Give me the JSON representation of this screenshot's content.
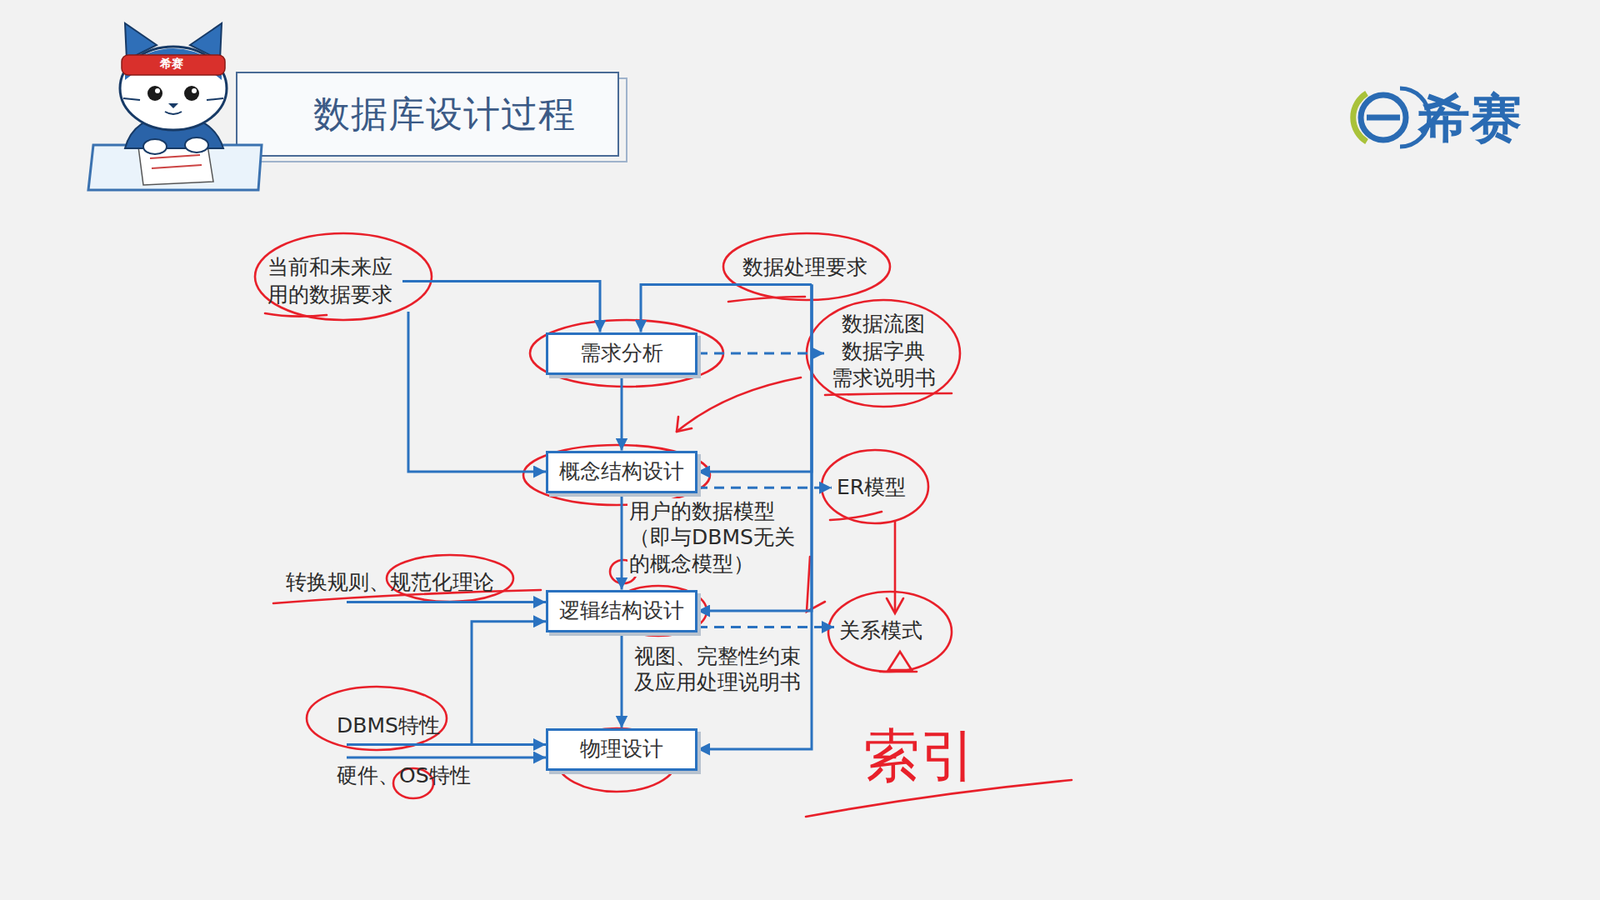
{
  "diagram": {
    "title": "数据库设计过程",
    "nodes": [
      {
        "text": [
          "当前和未来应用的数据要求"
        ]
      },
      {
        "text": [
          "数据处理要求"
        ]
      },
      {
        "text": [
          "需求分析"
        ]
      },
      {
        "text": [
          "数据流图 数据字典 需求说明书"
        ]
      },
      {
        "text": [
          "概念结构设计"
        ]
      },
      {
        "text": [
          "ER模型"
        ]
      },
      {
        "text": [
          "转换规则、规范化理论"
        ]
      },
      {
        "text": [
          "逻辑结构设计"
        ]
      },
      {
        "text": [
          "关系模式"
        ]
      },
      {
        "text": [
          "DBMS特性"
        ]
      },
      {
        "text": [
          "硬件、OS特性"
        ]
      },
      {
        "text": [
          "物理设计"
        ]
      }
    ],
    "edges": [
      {
        "from": 0,
        "to": 2,
        "arrow": "to"
      },
      {
        "from": 1,
        "to": 2,
        "arrow": "to"
      },
      {
        "from": 0,
        "to": 4,
        "arrow": "to"
      },
      {
        "from": 1,
        "to": 4,
        "arrow": "to"
      },
      {
        "from": 1,
        "to": 7,
        "arrow": "to"
      },
      {
        "from": 1,
        "to": 11,
        "arrow": "to"
      },
      {
        "from": 2,
        "to": 3,
        "arrow": "to"
      },
      {
        "from": 2,
        "to": 4,
        "arrow": "to"
      },
      {
        "from": 4,
        "to": 5,
        "arrow": "to"
      },
      {
        "from": 4,
        "to": 7,
        "label": "用户的数据模型（即与DBMS无关的概念模型）",
        "arrow": "to"
      },
      {
        "from": 6,
        "to": 7,
        "arrow": "to"
      },
      {
        "from": 7,
        "to": 8,
        "arrow": "to"
      },
      {
        "from": 7,
        "to": 11,
        "label": "视图、完整性约束及应用处理说明书",
        "arrow": "to"
      },
      {
        "from": 9,
        "to": 7,
        "arrow": "to"
      },
      {
        "from": 9,
        "to": 11,
        "arrow": "to"
      },
      {
        "from": 10,
        "to": 11,
        "arrow": "to"
      }
    ],
    "labels": [
      "希赛",
      "希赛",
      "索引"
    ]
  }
}
